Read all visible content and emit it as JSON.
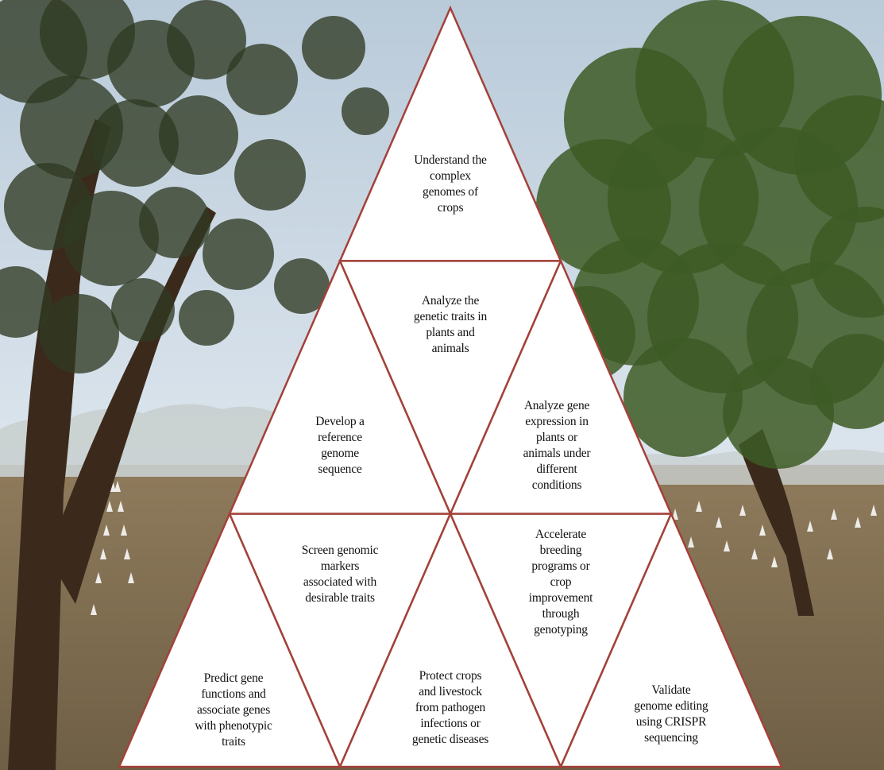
{
  "diagram": {
    "colors": {
      "sky_top": "#b9cad9",
      "sky_bottom": "#dde6ee",
      "haze": "#c9cfcf",
      "field": "#8f7b5c",
      "field_dark": "#6f5f45",
      "foliage_left": "#2f3a22",
      "foliage_right": "#3d5a24",
      "trunk": "#3b2a1c",
      "triangle_fill": "#ffffff",
      "triangle_border": "#a3413a",
      "text": "#111111"
    },
    "cells": [
      {
        "id": "top",
        "label": "Understand the\ncomplex\ngenomes of\ncrops"
      },
      {
        "id": "row2-inverted",
        "label": "Analyze the\ngenetic traits in\nplants and\nanimals"
      },
      {
        "id": "row2-left",
        "label": "Develop a\nreference\ngenome\nsequence"
      },
      {
        "id": "row2-right",
        "label": "Analyze gene\nexpression in\nplants or\nanimals under\ndifferent\nconditions"
      },
      {
        "id": "row3-inverted-left",
        "label": "Screen genomic\nmarkers\nassociated with\ndesirable traits"
      },
      {
        "id": "row3-inverted-right",
        "label": "Accelerate\nbreeding\nprograms or\ncrop\nimprovement\nthrough\ngenotyping"
      },
      {
        "id": "row3-left",
        "label": "Predict gene\nfunctions and\nassociate genes\nwith phenotypic\ntraits"
      },
      {
        "id": "row3-middle",
        "label": "Protect crops\nand livestock\nfrom pathogen\ninfections or\ngenetic diseases"
      },
      {
        "id": "row3-right",
        "label": "Validate\ngenome editing\nusing CRISPR\nsequencing"
      }
    ]
  }
}
